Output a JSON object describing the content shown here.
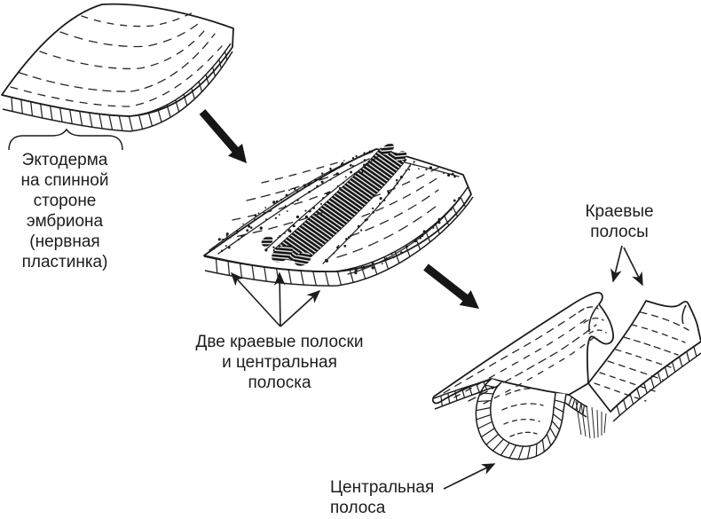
{
  "figure": {
    "type": "biology-embryo-neurulation-diagram",
    "background": "#ffffff",
    "ink": "#1c1c1c",
    "labels": {
      "ectoderm": [
        "Эктодерма",
        "на спинной",
        "стороне",
        "эмбриона",
        "(нервная",
        "пластинка)"
      ],
      "strips": [
        "Две краевые полоски",
        "и центральная",
        "полоска"
      ],
      "marginal": [
        "Краевые",
        "полосы"
      ],
      "central": [
        "Центральная",
        "полоса"
      ]
    },
    "icons": {
      "stage_transition": "bold-diagonal-arrow",
      "pointer": "thin-line-arrow",
      "grouping": "horizontal-curly-brace"
    }
  }
}
